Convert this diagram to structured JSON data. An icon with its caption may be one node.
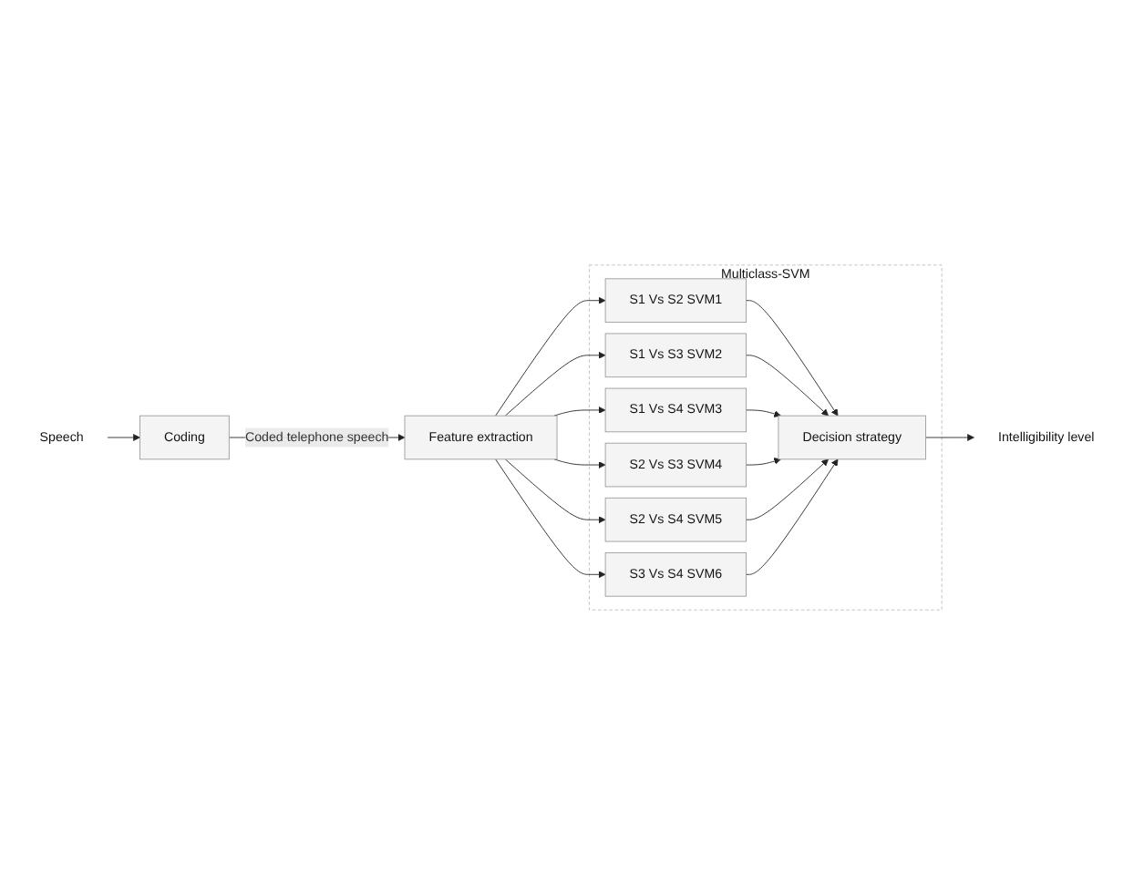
{
  "diagram": {
    "nodes": [
      {
        "text": [
          "Speech"
        ]
      },
      {
        "text": [
          "Coding"
        ]
      },
      {
        "text": [
          "Feature extraction"
        ]
      },
      {
        "text": [
          "Multiclass-SVM"
        ]
      },
      {
        "text": [
          "S1 Vs S2 SVM1"
        ],
        "in": 3
      },
      {
        "text": [
          "S1 Vs S3 SVM2"
        ],
        "in": 3
      },
      {
        "text": [
          "S1 Vs S4 SVM3"
        ],
        "in": 3
      },
      {
        "text": [
          "S2 Vs S3 SVM4"
        ],
        "in": 3
      },
      {
        "text": [
          "S2 Vs S4 SVM5"
        ],
        "in": 3
      },
      {
        "text": [
          "S3 Vs S4 SVM6"
        ],
        "in": 3
      },
      {
        "text": [
          "Decision strategy"
        ],
        "in": 3
      },
      {
        "text": [
          "Intelligibility level"
        ]
      }
    ],
    "edges": [
      {
        "from": 0,
        "to": 1,
        "arrow": "to"
      },
      {
        "from": 1,
        "to": 2,
        "arrow": "to",
        "label": "Coded telephone speech"
      },
      {
        "from": 2,
        "to": 4,
        "arrow": "to"
      },
      {
        "from": 2,
        "to": 5,
        "arrow": "to"
      },
      {
        "from": 2,
        "to": 6,
        "arrow": "to"
      },
      {
        "from": 2,
        "to": 7,
        "arrow": "to"
      },
      {
        "from": 2,
        "to": 8,
        "arrow": "to"
      },
      {
        "from": 2,
        "to": 9,
        "arrow": "to"
      },
      {
        "from": 4,
        "to": 10,
        "arrow": "to"
      },
      {
        "from": 5,
        "to": 10,
        "arrow": "to"
      },
      {
        "from": 6,
        "to": 10,
        "arrow": "to"
      },
      {
        "from": 7,
        "to": 10,
        "arrow": "to"
      },
      {
        "from": 8,
        "to": 10,
        "arrow": "to"
      },
      {
        "from": 9,
        "to": 10,
        "arrow": "to"
      },
      {
        "from": 10,
        "to": 11,
        "arrow": "to"
      }
    ]
  }
}
